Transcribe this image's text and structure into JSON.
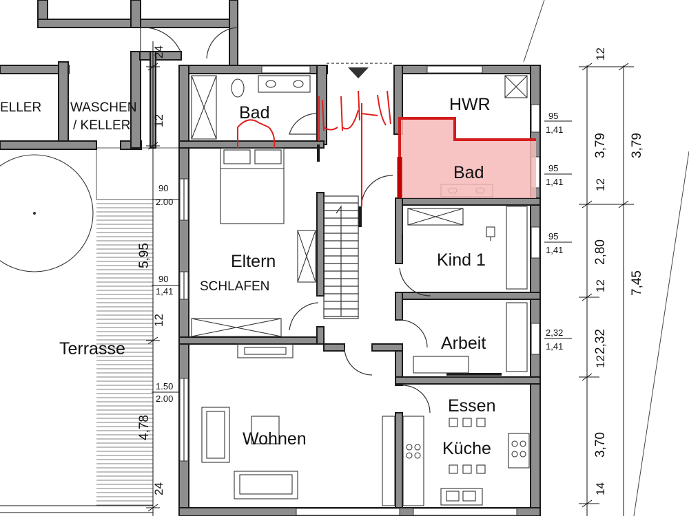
{
  "rooms": {
    "bad_top": "Bad",
    "hwr": "HWR",
    "bad_new": "Bad",
    "eltern": "Eltern",
    "schlafen": "SCHLAFEN",
    "kind1": "Kind 1",
    "arbeit": "Arbeit",
    "essen": "Essen",
    "kueche": "Küche",
    "wohnen": "Wohnen",
    "terrasse": "Terrasse",
    "waschen_line1": "WASCHEN",
    "waschen_line2": "/ KELLER",
    "keller": "ELLER"
  },
  "windows": {
    "w1_top": "95",
    "w1_bot": "1,41",
    "w2_top": "95",
    "w2_bot": "1,41",
    "w3_top": "95",
    "w3_bot": "1,41",
    "w4_top": "2,32",
    "w4_bot": "1,41",
    "w5_top": "90",
    "w5_bot": "2.00",
    "w6_top": "90",
    "w6_bot": "1,41",
    "w7_top": "1.50",
    "w7_bot": "2.00"
  },
  "dimensions": {
    "right_12_top": "12",
    "right_379_a": "3,79",
    "right_379_b": "3,79",
    "right_12_b": "12",
    "right_280": "2,80",
    "right_12_c": "12",
    "right_745": "7,45",
    "right_232": "2,32",
    "right_12_d": "12",
    "right_370": "3,70",
    "right_14": "14",
    "left_24_top": "24",
    "left_12_top": "12",
    "left_595": "5,95",
    "left_12_mid": "12",
    "left_478": "4,78",
    "left_24_bot": "24"
  },
  "colors": {
    "highlight_fill": "#f6b8b8",
    "highlight_line": "#d41c1c",
    "wall_fill": "#8e8e8e"
  }
}
